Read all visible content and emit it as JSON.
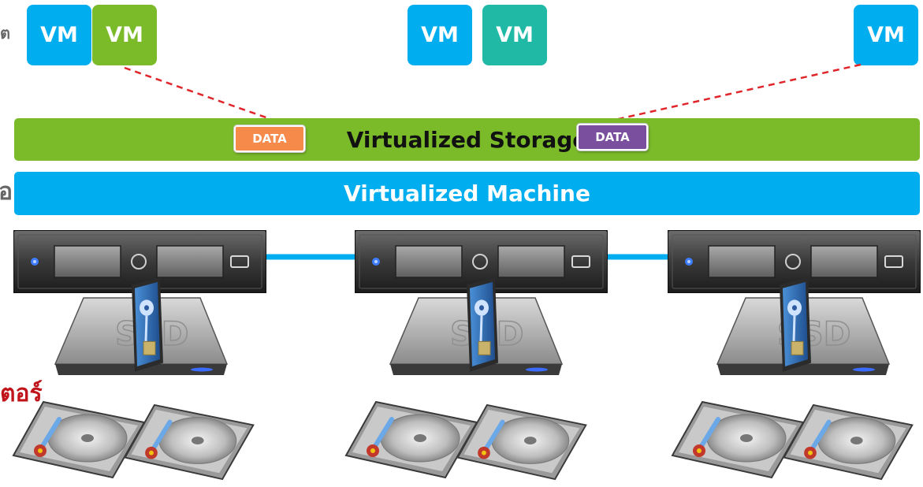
{
  "vms": [
    {
      "label": "VM",
      "color": "#00aeef"
    },
    {
      "label": "VM",
      "color": "#7bbb2a"
    },
    {
      "label": "VM",
      "color": "#00aeef"
    },
    {
      "label": "VM",
      "color": "#1fb9a6"
    },
    {
      "label": "VM",
      "color": "#00aeef"
    }
  ],
  "layers": {
    "storage": "Virtualized Storage",
    "machine": "Virtualized Machine"
  },
  "data_tags": [
    {
      "label": "DATA",
      "color": "#f58a4b"
    },
    {
      "label": "DATA",
      "color": "#7a4f9e"
    }
  ],
  "side_text": {
    "top_left": "ต",
    "mid_left": "อ",
    "bottom_left": "ตอร์"
  },
  "colors": {
    "storage_band": "#7bbb2a",
    "machine_band": "#00aeef",
    "link_line": "#00aeef",
    "dashed_link": "#e0262b",
    "bottom_text": "#c0141a"
  },
  "nodes": [
    {
      "server_icon": "rack-server-icon",
      "ssd_icon": "ssd-drive-icon",
      "flash_icon": "flash-card-icon",
      "hdd_icon": "hard-disk-pair-icon"
    },
    {
      "server_icon": "rack-server-icon",
      "ssd_icon": "ssd-drive-icon",
      "flash_icon": "flash-card-icon",
      "hdd_icon": "hard-disk-pair-icon"
    },
    {
      "server_icon": "rack-server-icon",
      "ssd_icon": "ssd-drive-icon",
      "flash_icon": "flash-card-icon",
      "hdd_icon": "hard-disk-pair-icon"
    }
  ]
}
